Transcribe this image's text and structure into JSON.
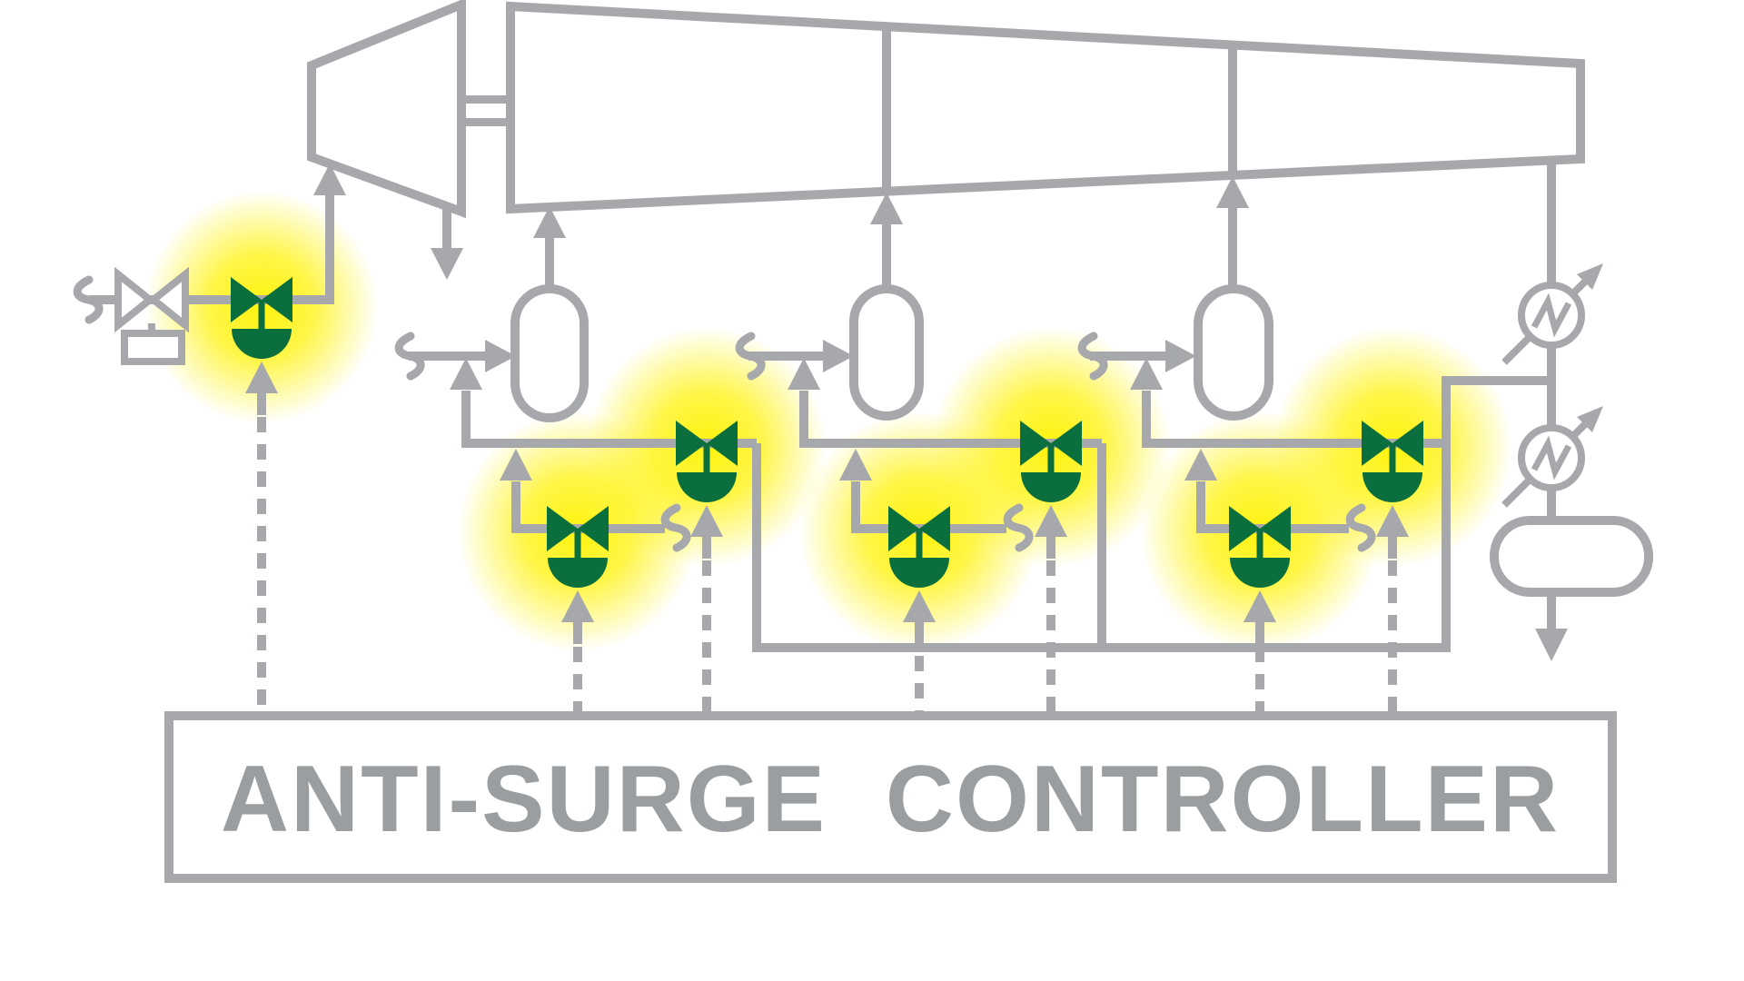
{
  "controller": {
    "label": "ANTI-SURGE CONTROLLER"
  },
  "diagram": {
    "type": "process-flow-diagram",
    "compressor_sections": 3,
    "knockout_drums": 3,
    "coolers": 2,
    "highlighted_valves": 7,
    "signal_lines": 7
  },
  "colors": {
    "line": "#a6a8ab",
    "text": "#9b9ea1",
    "valve_green": "#0a6f3c",
    "glow_yellow": "#fff200",
    "background": "#ffffff"
  },
  "icons": [
    "turbine-icon",
    "shaft-coupling-icon",
    "compressor-casing-icon",
    "knockout-drum-icon",
    "anti-surge-valve-icon",
    "blow-off-valve-icon",
    "vent-break-icon",
    "cooler-icon",
    "separator-vessel-icon",
    "flow-arrow-icon",
    "signal-line-icon"
  ]
}
